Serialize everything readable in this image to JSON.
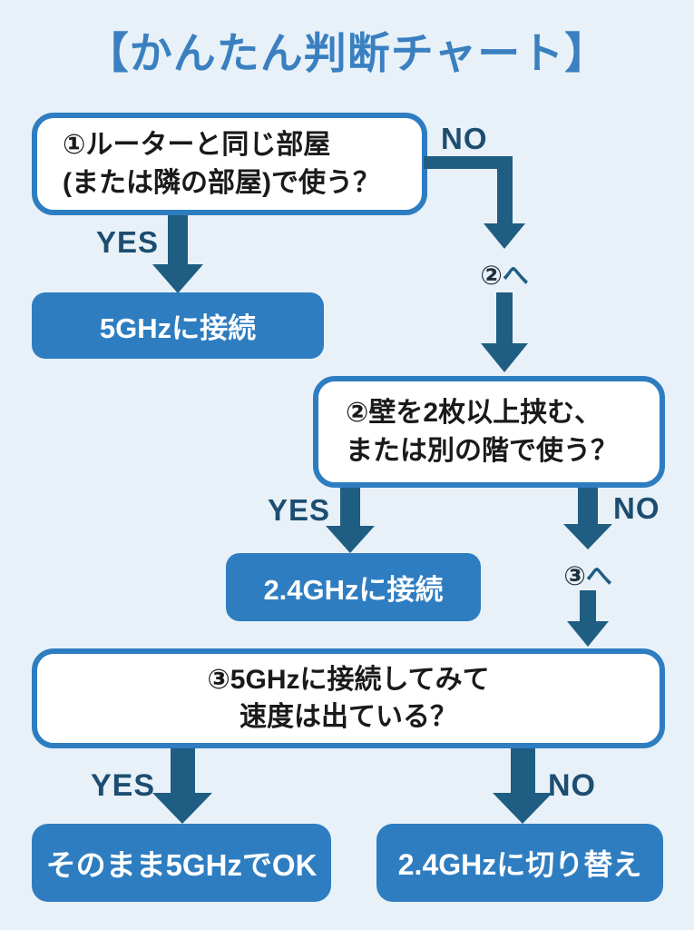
{
  "title": "【かんたん判断チャート】",
  "colors": {
    "background": "#e8f1f8",
    "title_blue": "#3a80c1",
    "box_border_blue": "#2e7dc1",
    "result_box_blue": "#2e7dc1",
    "arrow_blue": "#1f5d82",
    "label_navy": "#1d4d70",
    "text_black": "#1a1a1a",
    "result_text_white": "#ffffff"
  },
  "flow": {
    "q1": {
      "text": "①ルーターと同じ部屋\n(または隣の部屋)で使う？",
      "yes_label": "YES",
      "no_label": "NO",
      "yes_result": "5GHzに接続",
      "no_next": {
        "num": "②",
        "suffix": "へ"
      }
    },
    "q2": {
      "text": "②壁を2枚以上挟む、\nまたは別の階で使う？",
      "yes_label": "YES",
      "no_label": "NO",
      "yes_result": "2.4GHzに接続",
      "no_next": {
        "num": "③",
        "suffix": "へ"
      }
    },
    "q3": {
      "text": "③5GHzに接続してみて\n速度は出ている？",
      "yes_label": "YES",
      "no_label": "NO",
      "yes_result": "そのまま5GHzでOK",
      "no_result": "2.4GHzに切り替え"
    }
  }
}
